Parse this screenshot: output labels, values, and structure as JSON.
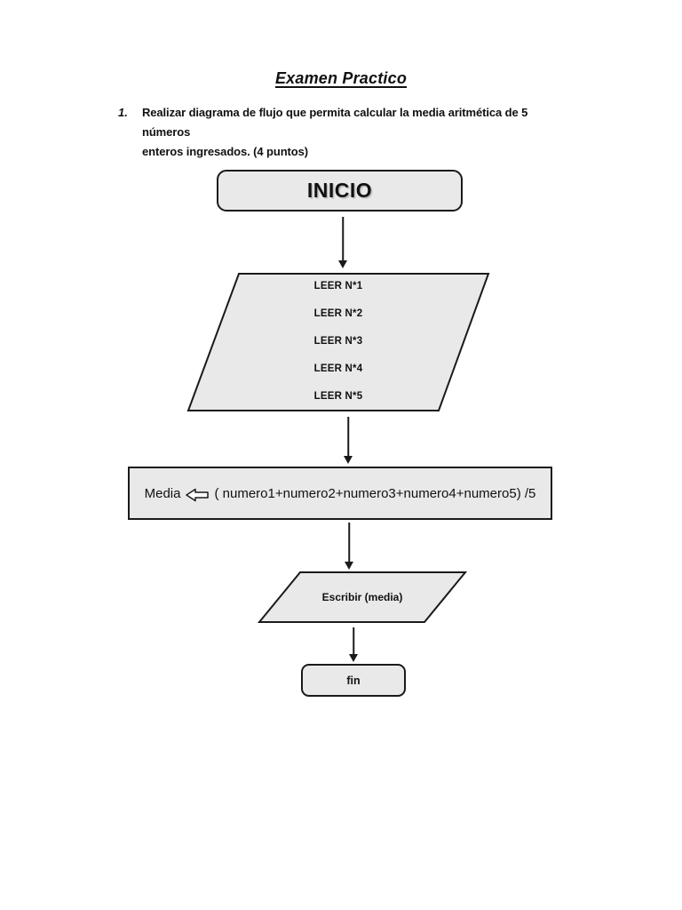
{
  "page": {
    "title": "Examen Practico",
    "task": {
      "number": "1.",
      "lines": [
        "Realizar diagrama de flujo que permita calcular la media aritmética de 5 números",
        "enteros ingresados. (4 puntos)"
      ]
    }
  },
  "flowchart": {
    "start": {
      "label": "INICIO"
    },
    "input": {
      "lines": [
        "LEER N*1",
        "LEER N*2",
        "LEER N*3",
        "LEER N*4",
        "LEER N*5"
      ]
    },
    "process": {
      "target": "Media",
      "assign_icon": "leftwards-white-arrow",
      "expression": "( numero1+numero2+numero3+numero4+numero5) /5"
    },
    "output": {
      "label": "Escribir (media)"
    },
    "end": {
      "label": "fin"
    },
    "colors": {
      "fill": "#e9e9e9",
      "border": "#1a1a1a",
      "page": "#ffffff"
    }
  }
}
